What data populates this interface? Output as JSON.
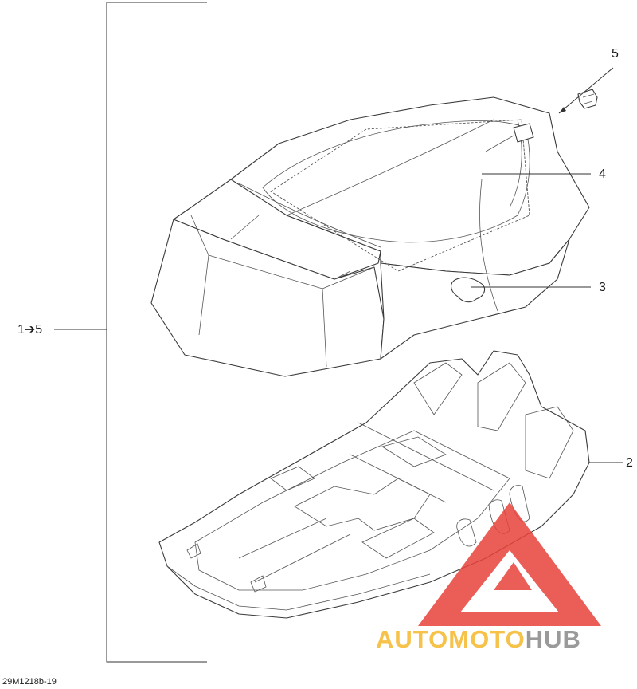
{
  "diagram": {
    "kit_label": "1➔5",
    "code": "29M1218b-19",
    "callouts": [
      "2",
      "3",
      "4",
      "5"
    ]
  },
  "watermark": {
    "part1": "AUTOMOTO",
    "part2": "HUB",
    "colors": {
      "triangle": "#e8423a",
      "part1": "#f6c24a",
      "part2": "#9a9a9a"
    }
  }
}
